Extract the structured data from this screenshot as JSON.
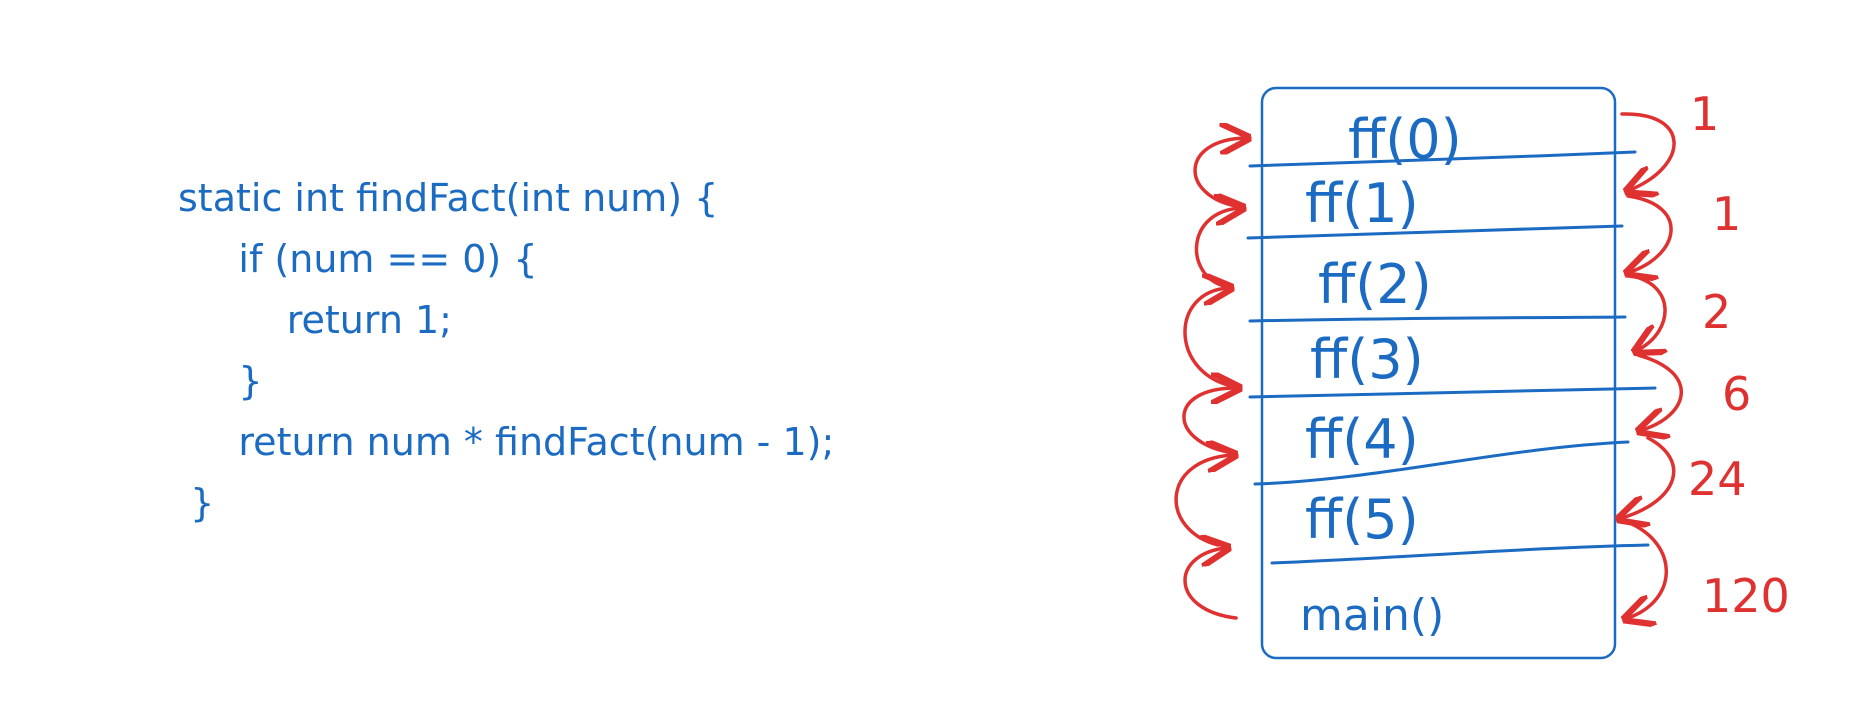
{
  "code": {
    "lines": [
      "static int findFact(int num) {",
      "     if (num == 0) {",
      "         return 1;",
      "     }",
      "     return num * findFact(num - 1);",
      " }"
    ]
  },
  "stack": {
    "frames": [
      "ff(0)",
      "ff(1)",
      "ff(2)",
      "ff(3)",
      "ff(4)",
      "ff(5)",
      "main()"
    ],
    "return_values": [
      "1",
      "1",
      "2",
      "6",
      "24",
      "120"
    ]
  },
  "colors": {
    "ink_blue": "#1c6bc2",
    "ink_red": "#e03131",
    "background": "#ffffff"
  }
}
